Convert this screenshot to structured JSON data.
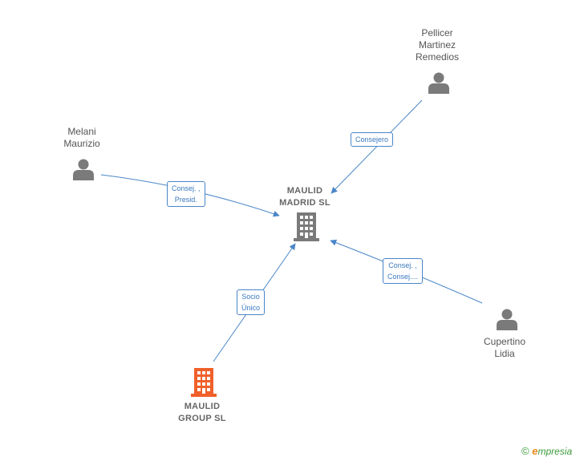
{
  "nodes": {
    "pellicer": {
      "lines": [
        "Pellicer",
        "Martinez",
        "Remedios"
      ]
    },
    "melani": {
      "lines": [
        "Melani",
        "Maurizio"
      ]
    },
    "maulid_madrid": {
      "lines": [
        "MAULID",
        "MADRID SL"
      ]
    },
    "cupertino": {
      "lines": [
        "Cupertino",
        "Lidia"
      ]
    },
    "maulid_group": {
      "lines": [
        "MAULID",
        "GROUP SL"
      ]
    }
  },
  "edges": {
    "pellicer_to_madrid": {
      "lines": [
        "Consejero"
      ]
    },
    "melani_to_madrid": {
      "lines": [
        "Consej. ,",
        "Presid."
      ]
    },
    "cupertino_to_madrid": {
      "lines": [
        "Consej. ,",
        "Consej...."
      ]
    },
    "group_to_madrid": {
      "lines": [
        "Socio",
        "Único"
      ]
    }
  },
  "colors": {
    "edge": "#4a86c8",
    "person_icon": "#7a7a7a",
    "company_icon": "#7a7a7a",
    "highlight_company_icon": "#f0602a"
  },
  "brand": {
    "copyright": "©",
    "e": "e",
    "rest": "mpresia"
  }
}
